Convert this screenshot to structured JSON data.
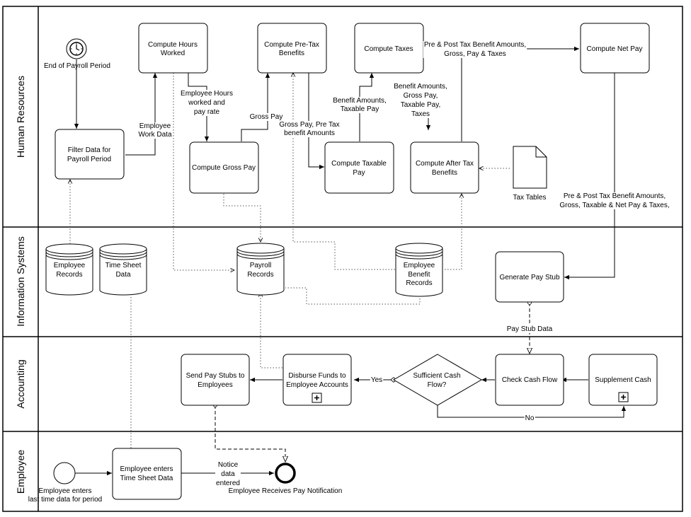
{
  "lanes": {
    "hr": "Human Resources",
    "is": "Information Systems",
    "acc": "Accounting",
    "emp": "Employee"
  },
  "events": {
    "start_timer": "End of Payroll Period",
    "start_employee": [
      "Employee enters",
      "last time data for period"
    ],
    "end_event": "Employee Receives Pay Notification"
  },
  "tasks": {
    "compute_hours": [
      "Compute Hours",
      "Worked"
    ],
    "compute_pretax": [
      "Compute Pre-Tax",
      "Benefits"
    ],
    "compute_taxes": [
      "Compute Taxes"
    ],
    "compute_netpay": [
      "Compute Net Pay"
    ],
    "filter_data": [
      "Filter Data for",
      "Payroll Period"
    ],
    "compute_gross": [
      "Compute Gross Pay"
    ],
    "compute_taxable": [
      "Compute Taxable",
      "Pay"
    ],
    "compute_aftertax": [
      "Compute After Tax",
      "Benefits"
    ],
    "generate_stub": [
      "Generate Pay Stub"
    ],
    "send_stubs": [
      "Send Pay Stubs to",
      "Employees"
    ],
    "disburse": [
      "Disburse Funds to",
      "Employee Accounts"
    ],
    "check_cash": [
      "Check Cash Flow"
    ],
    "supplement": [
      "Supplement Cash"
    ],
    "employee_enters": [
      "Employee enters",
      "Time Sheet Data"
    ]
  },
  "gateway": [
    "Sufficient Cash",
    "Flow?"
  ],
  "data_stores": {
    "employee_records": [
      "Employee",
      "Records"
    ],
    "timesheet": [
      "Time Sheet",
      "Data"
    ],
    "payroll_records": [
      "Payroll",
      "Records"
    ],
    "benefit_records": [
      "Employee",
      "Benefit",
      "Records"
    ]
  },
  "document": "Tax Tables",
  "flow_labels": {
    "employee_work_data": [
      "Employee",
      "Work Data"
    ],
    "hours_rate": [
      "Employee Hours",
      "worked and",
      "pay rate"
    ],
    "gross_pay": [
      "Gross Pay"
    ],
    "gross_pretax": [
      "Gross Pay, Pre Tax",
      "benefit Amounts"
    ],
    "benefit_taxable": [
      "Benefit Amounts,",
      "Taxable Pay"
    ],
    "benefit_gross_taxes": [
      "Benefit Amounts,",
      "Gross Pay,",
      "Taxable Pay,",
      "Taxes"
    ],
    "pre_post_gross": [
      "Pre & Post Tax Benefit Amounts,",
      "Gross, Pay & Taxes"
    ],
    "pre_post_net": [
      "Pre & Post Tax Benefit Amounts,",
      "Gross, Taxable & Net Pay & Taxes,"
    ],
    "pay_stub_data": [
      "Pay Stub Data"
    ],
    "yes": [
      "Yes"
    ],
    "no": [
      "No"
    ],
    "notice": [
      "Notice",
      "data",
      "entered"
    ]
  }
}
